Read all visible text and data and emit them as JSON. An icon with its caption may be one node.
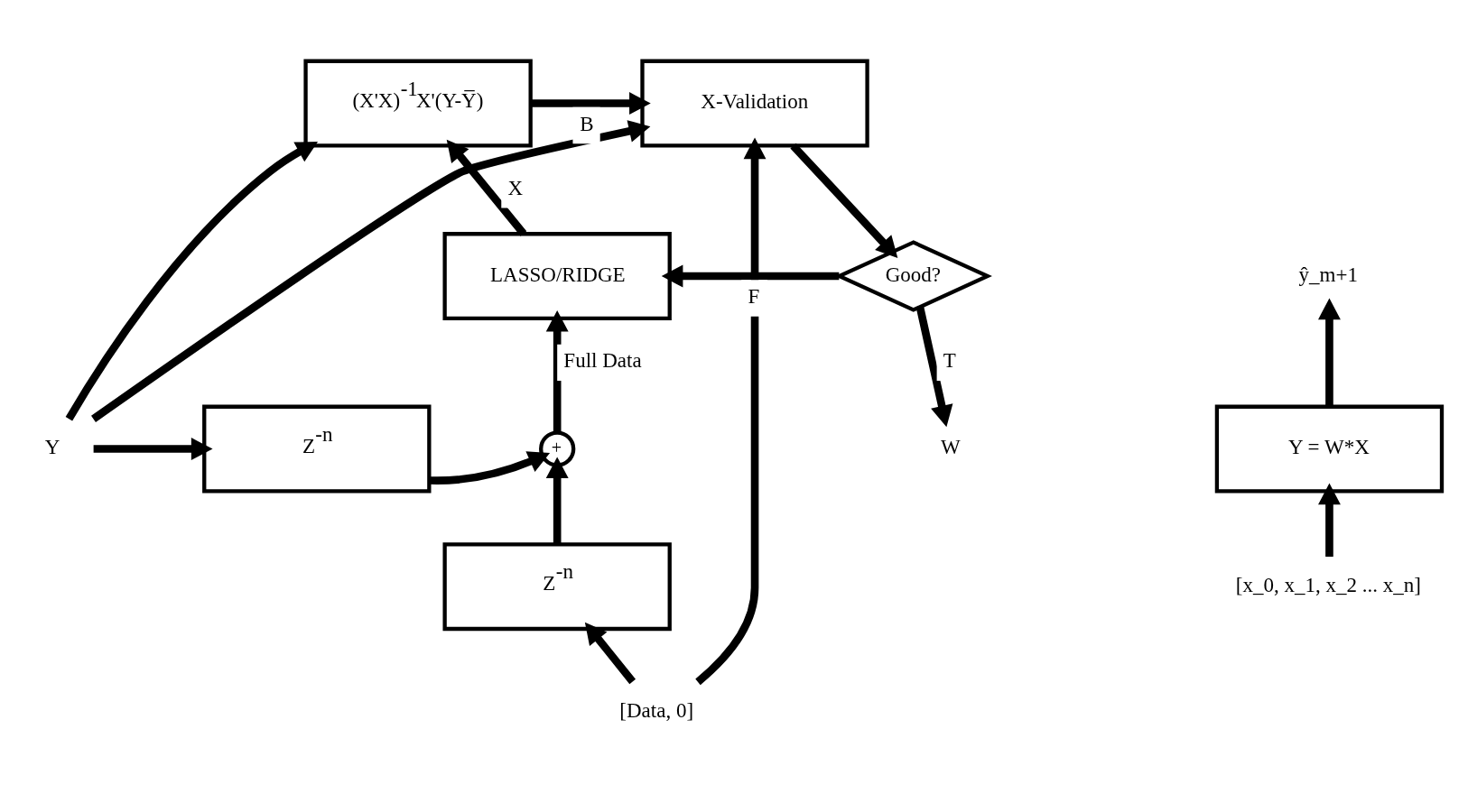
{
  "diagram": {
    "nodes": [
      {
        "text": [
          "Y"
        ]
      },
      {
        "text": [
          "Z$^{-n}$"
        ]
      },
      {
        "text": [
          "+"
        ]
      },
      {
        "text": [
          "Z$^{-n}$"
        ]
      },
      {
        "text": [
          "[Data, 0]"
        ]
      },
      {
        "text": [
          "LASSO/RIDGE"
        ]
      },
      {
        "text": [
          "(X'X)$^{-1}$X'(Y-Y̅)"
        ]
      },
      {
        "text": [
          "X-Validation"
        ]
      },
      {
        "text": [
          "Good?"
        ]
      },
      {
        "text": [
          "W"
        ]
      },
      {
        "text": [
          "Y = W*X"
        ]
      },
      {
        "text": [
          "[x_0, x_1, x_2 ... x_n]"
        ]
      },
      {
        "text": [
          "ŷ_m+1"
        ]
      }
    ],
    "edges": [
      {
        "from": 0,
        "to": 1,
        "arrow": "to"
      },
      {
        "from": 0,
        "to": 6,
        "arrow": "to"
      },
      {
        "from": 0,
        "to": 7,
        "arrow": "to"
      },
      {
        "from": 1,
        "to": 2,
        "arrow": "to"
      },
      {
        "from": 4,
        "to": 3,
        "arrow": "to"
      },
      {
        "from": 4,
        "to": 7,
        "arrow": "to"
      },
      {
        "from": 3,
        "to": 2,
        "arrow": "to"
      },
      {
        "from": 2,
        "to": 5,
        "arrow": "to",
        "label": "Full Data"
      },
      {
        "from": 5,
        "to": 6,
        "arrow": "to",
        "label": "X"
      },
      {
        "from": 6,
        "to": 7,
        "arrow": "to",
        "label": "B"
      },
      {
        "from": 7,
        "to": 8,
        "arrow": "to"
      },
      {
        "from": 8,
        "to": 5,
        "arrow": "to",
        "label": "F"
      },
      {
        "from": 8,
        "to": 9,
        "arrow": "to",
        "label": "T"
      },
      {
        "from": 11,
        "to": 10,
        "arrow": "to"
      },
      {
        "from": 10,
        "to": 12,
        "arrow": "to"
      }
    ]
  }
}
